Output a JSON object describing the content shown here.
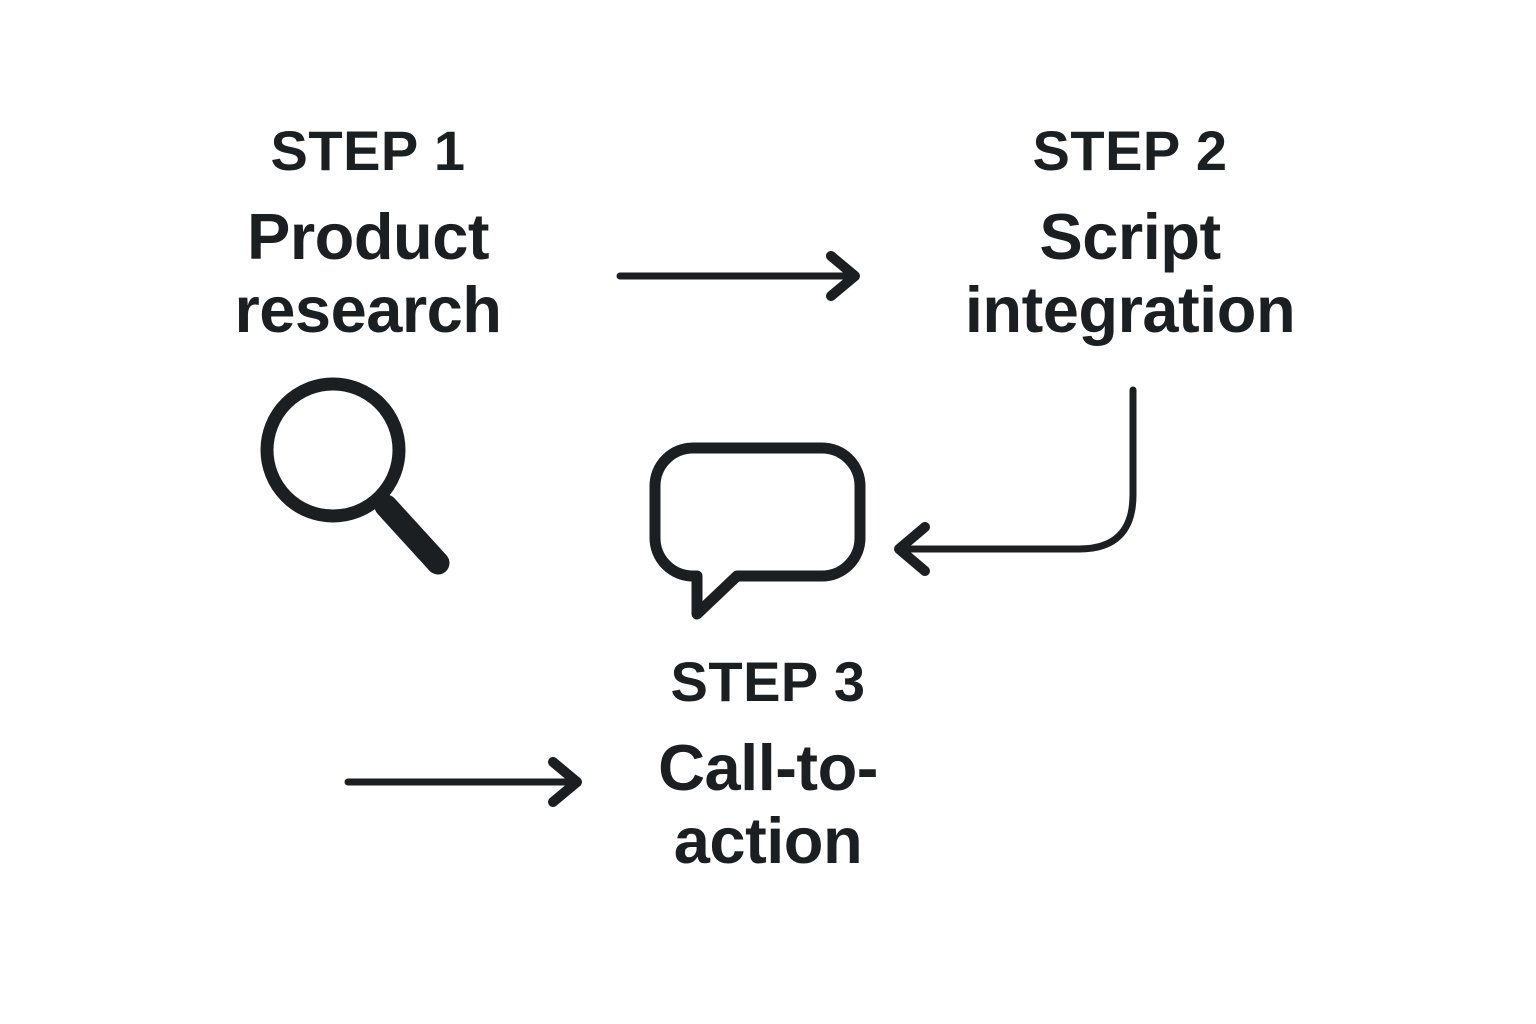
{
  "page": {
    "background_color": "#ffffff",
    "ink_color": "#1c1f21"
  },
  "steps": [
    {
      "label": "STEP 1",
      "title_line1": "Product",
      "title_line2": "research",
      "title": "Product research",
      "icon": "magnifying-glass"
    },
    {
      "label": "STEP 2",
      "title_line1": "Script",
      "title_line2": "integration",
      "title": "Script integration",
      "icon": null
    },
    {
      "label": "STEP 3",
      "title_line1": "Call-to-",
      "title_line2": "action",
      "title": "Call-to-action",
      "icon": "speech-bubble"
    }
  ],
  "connectors": [
    {
      "name": "arrow-step1-to-step2",
      "shape": "straight",
      "direction": "right"
    },
    {
      "name": "arrow-step2-to-bubble",
      "shape": "curved",
      "direction": "down-then-left"
    },
    {
      "name": "arrow-into-step3",
      "shape": "straight",
      "direction": "right"
    }
  ]
}
